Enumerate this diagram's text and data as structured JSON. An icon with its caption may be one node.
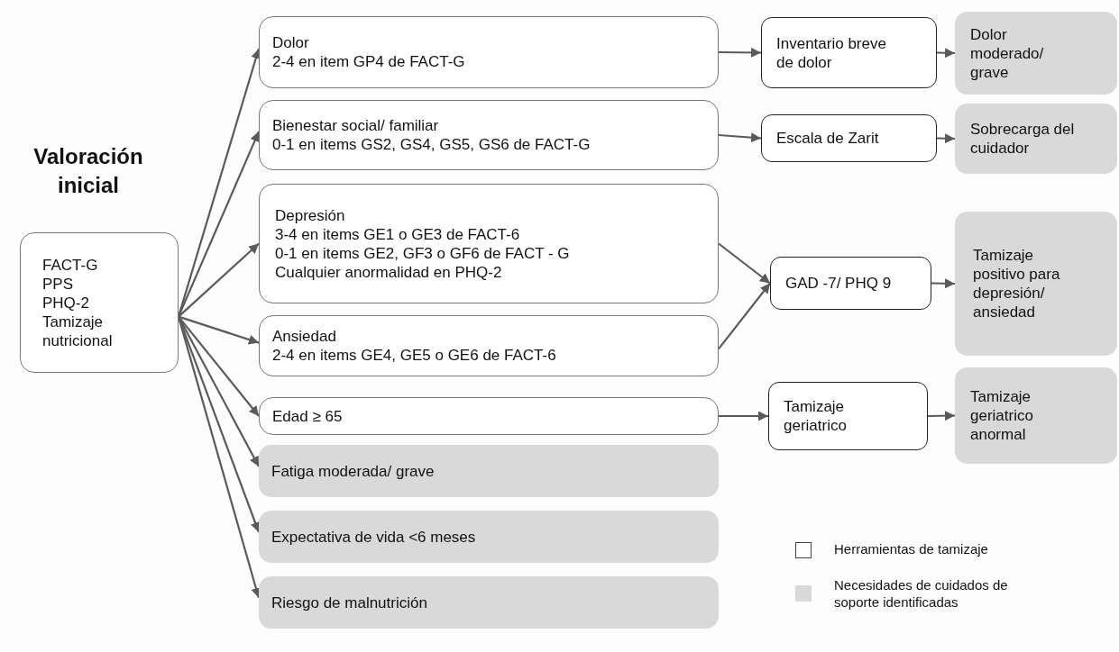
{
  "diagram": {
    "title": "Valoración inicial",
    "nodes": [
      {
        "text": [
          "FACT-G",
          "PPS",
          "PHQ-2",
          "Tamizaje nutricional"
        ]
      },
      {
        "text": [
          "Dolor",
          "2-4 en item GP4 de FACT-G"
        ]
      },
      {
        "text": [
          "Bienestar social/ familiar",
          "0-1 en items GS2, GS4, GS5, GS6 de FACT-G"
        ]
      },
      {
        "text": [
          "Depresión",
          "3-4 en items GE1 o GE3 de FACT-6",
          "0-1 en items GE2, GF3 o GF6 de FACT - G",
          "Cualquier anormalidad en PHQ-2"
        ]
      },
      {
        "text": [
          "Ansiedad",
          "2-4 en items GE4, GE5 o GE6 de FACT-6"
        ]
      },
      {
        "text": [
          "Edad ≥ 65"
        ]
      },
      {
        "text": [
          "Fatiga moderada/ grave"
        ]
      },
      {
        "text": [
          "Expectativa de vida <6 meses"
        ]
      },
      {
        "text": [
          "Riesgo de malnutrición"
        ]
      },
      {
        "text": [
          "Inventario breve de dolor"
        ]
      },
      {
        "text": [
          "Escala de Zarit"
        ]
      },
      {
        "text": [
          "GAD -7/ PHQ 9"
        ]
      },
      {
        "text": [
          "Tamizaje geriatrico"
        ]
      },
      {
        "text": [
          "Dolor moderado/ grave"
        ]
      },
      {
        "text": [
          "Sobrecarga del cuidador"
        ]
      },
      {
        "text": [
          "Tamizaje positivo para depresión/ ansiedad"
        ]
      },
      {
        "text": [
          "Tamizaje geriatrico anormal"
        ]
      }
    ],
    "edges": [
      {
        "from": 0,
        "to": 1,
        "arrow": "to"
      },
      {
        "from": 0,
        "to": 2,
        "arrow": "to"
      },
      {
        "from": 0,
        "to": 3,
        "arrow": "to"
      },
      {
        "from": 0,
        "to": 4,
        "arrow": "to"
      },
      {
        "from": 0,
        "to": 5,
        "arrow": "to"
      },
      {
        "from": 0,
        "to": 6,
        "arrow": "to"
      },
      {
        "from": 0,
        "to": 7,
        "arrow": "to"
      },
      {
        "from": 0,
        "to": 8,
        "arrow": "to"
      },
      {
        "from": 1,
        "to": 9,
        "arrow": "to"
      },
      {
        "from": 2,
        "to": 10,
        "arrow": "to"
      },
      {
        "from": 3,
        "to": 11,
        "arrow": "to"
      },
      {
        "from": 4,
        "to": 11,
        "arrow": "to"
      },
      {
        "from": 5,
        "to": 12,
        "arrow": "to"
      },
      {
        "from": 9,
        "to": 13,
        "arrow": "to"
      },
      {
        "from": 10,
        "to": 14,
        "arrow": "to"
      },
      {
        "from": 11,
        "to": 15,
        "arrow": "to"
      },
      {
        "from": 12,
        "to": 16,
        "arrow": "to"
      }
    ],
    "legend": [
      {
        "text": "Herramientas de tamizaje",
        "color": "#ffffff"
      },
      {
        "text": "Necesidades de cuidados de soporte identificadas",
        "color": "#d9d9d9"
      }
    ]
  }
}
